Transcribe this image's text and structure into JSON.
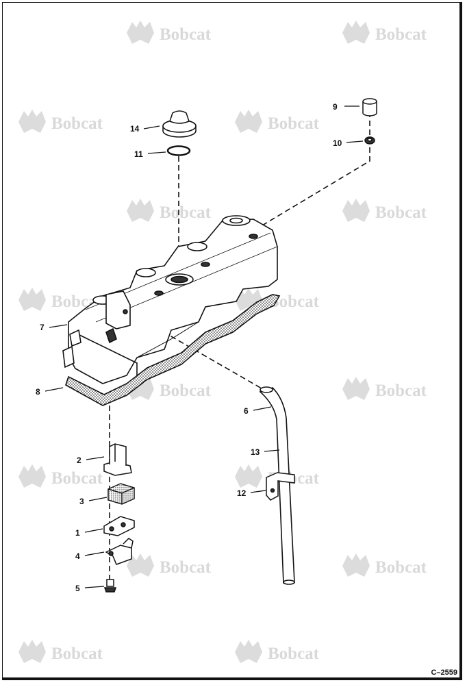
{
  "watermark": {
    "brand": "Bobcat"
  },
  "figure_id": "C–2559",
  "callouts": {
    "c1": "1",
    "c2": "2",
    "c3": "3",
    "c4": "4",
    "c5": "5",
    "c6": "6",
    "c7": "7",
    "c8": "8",
    "c9": "9",
    "c10": "10",
    "c11": "11",
    "c12": "12",
    "c13": "13",
    "c14": "14"
  }
}
